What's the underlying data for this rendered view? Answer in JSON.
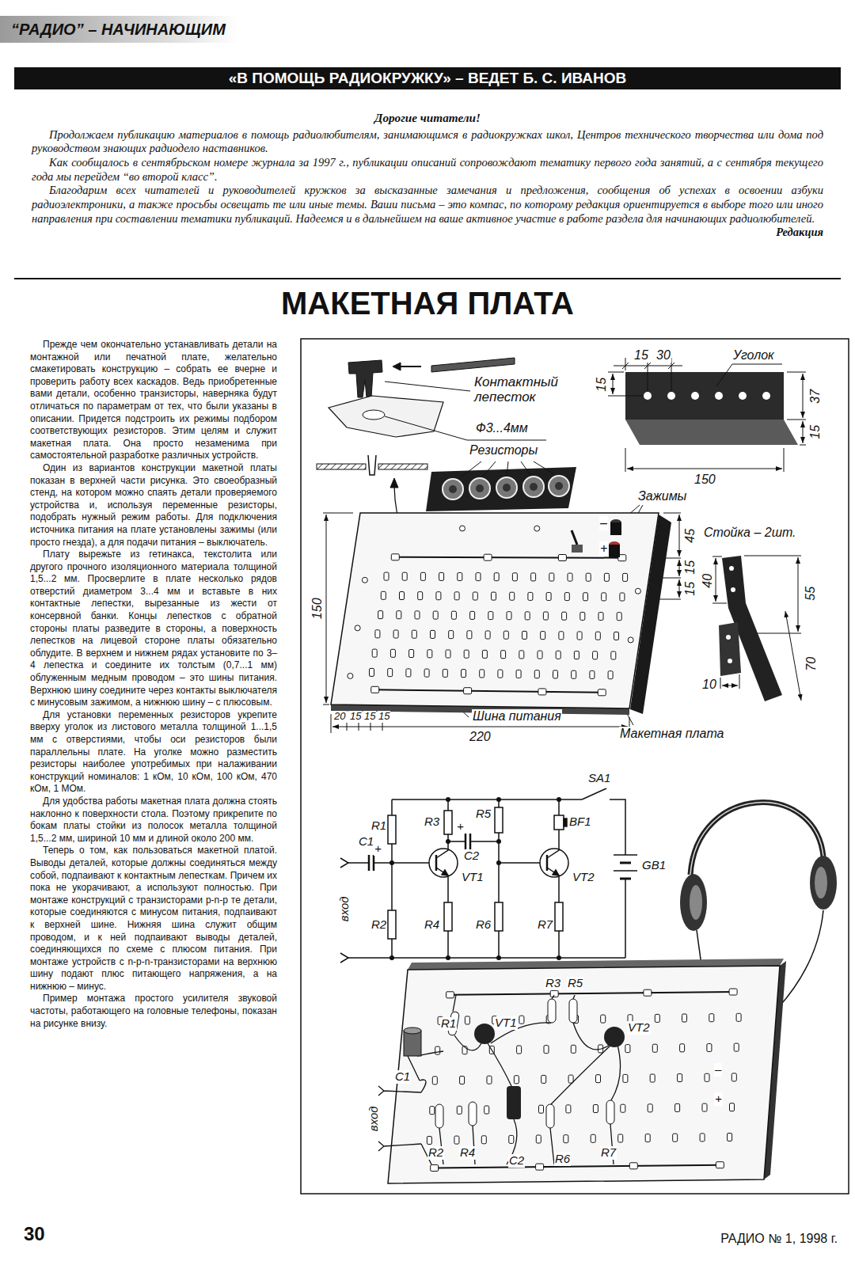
{
  "diagram": {
    "title": "МАКЕТНАЯ ПЛАТА",
    "nodes": [
      {
        "text": [
          "“РАДИО” – НАЧИНАЮЩИМ"
        ]
      },
      {
        "text": [
          "«В ПОМОЩЬ РАДИОКРУЖКУ» – ВЕДЕТ Б. С. ИВАНОВ"
        ]
      }
    ],
    "labels": [
      "Дорогие читатели!",
      "Продолжаем публикацию материалов в помощь радиолюбителям, занимающимся в радиокружках школ, Центров технического творчества или дома под руководством знающих радиодело наставников.",
      "Как сообщалось в сентябрьском номере журнала за 1997 г., публикации описаний сопровождают тематику первого года занятий, а с сентября текущего года мы перейдем “во второй класс”.",
      "Благодарим всех читателей и руководителей кружков за высказанные замечания и предложения, сообщения об успехах в освоении азбуки радиоэлектроники, а также просьбы освещать те или иные темы. Ваши письма – это компас, по которому редакция ориентируется в выборе того или иного направления при составлении тематики публикаций. Надеемся и в дальнейшем на ваше активное участие в работе раздела для начинающих радиолюбителей.",
      "Редакция",
      "Прежде чем окончательно устанавливать детали на монтажной или печатной плате, желательно смакетировать конструкцию – собрать ее вчерне и проверить работу всех каскадов. Ведь приобретенные вами детали, особенно транзисторы, наверняка будут отличаться по параметрам от тех, что были указаны в описании. Придется подстроить их режимы подбором соответствующих резисторов. Этим целям и служит макетная плата. Она просто незаменима при самостоятельной разработке различных устройств.",
      "Один из вариантов конструкции макетной платы показан в верхней части рисунка. Это своеобразный стенд, на котором можно спаять детали проверяемого устройства и, используя переменные резисторы, подобрать нужный режим работы. Для подключения источника питания на плате установлены зажимы (или просто гнезда), а для подачи питания – выключатель.",
      "Плату вырежьте из гетинакса, текстолита или другого прочного изоляционного материала толщиной 1,5...2 мм. Просверлите в плате несколько рядов отверстий диаметром 3...4 мм и вставьте в них контактные лепестки, вырезанные из жести от консервной банки. Концы лепестков с обратной стороны платы разведите в стороны, а поверхность лепестков на лицевой стороне платы обязательно облудите. В верхнем и нижнем рядах установите по 3–4 лепестка и соедините их толстым (0,7...1 мм) облуженным медным проводом – это шины питания. Верхнюю шину соедините через контакты выключателя с минусовым зажимом, а нижнюю шину – с плюсовым.",
      "Для установки переменных резисторов укрепите вверху уголок из листового металла толщиной 1...1,5 мм с отверстиями, чтобы оси резисторов были параллельны плате. На уголке можно разместить резисторы наиболее употребимых при налаживании конструкций номиналов: 1 кОм, 10 кОм, 100 кОм, 470 кОм, 1 МОм.",
      "Для удобства работы макетная плата должна стоять наклонно к поверхности стола. Поэтому прикрепите по бокам платы стойки из полосок металла толщиной 1,5...2 мм, шириной 10 мм и длиной около 200 мм.",
      "Теперь о том, как пользоваться макетной платой. Выводы деталей, которые должны соединяться между собой, подпаивают к контактным лепесткам. Причем их пока не укорачивают, а используют полностью. При монтаже конструкций с транзисторами p-n-p те детали, которые соединяются с минусом питания, подпаивают к верхней шине. Нижняя шина служит общим проводом, и к ней подпаивают выводы деталей, соединяющихся по схеме с плюсом питания. При монтаже устройств с n-p-n-транзисторами на верхнюю шину подают плюс питающего напряжения, а на нижнюю – минус.",
      "Пример монтажа простого усилителя звуковой частоты, работающего на головные телефоны, показан на рисунке внизу.",
      "30",
      "РАДИО № 1, 1998 г.",
      "15",
      "30",
      "Уголок",
      "15",
      "37",
      "15",
      "150",
      "Контактный лепесток",
      "Ф3...4мм",
      "Резисторы",
      "Зажимы",
      "–",
      "+",
      "45",
      "15",
      "15",
      "Стойка – 2шт.",
      "40",
      "55",
      "70",
      "10",
      "150",
      "20",
      "15",
      "15",
      "15",
      "Шина питания",
      "220",
      "Макетная плата",
      "R1",
      "R3",
      "R5",
      "SA1",
      "BF1",
      "C1",
      "+",
      "+",
      "C2",
      "VT1",
      "VT2",
      "GB1",
      "вход",
      "R2",
      "R4",
      "R6",
      "R7",
      "R3",
      "R5",
      "R1",
      "VT1",
      "VT2",
      "C1",
      "C2",
      "R2",
      "R4",
      "R6",
      "R7",
      "вход",
      "–",
      "+"
    ]
  }
}
